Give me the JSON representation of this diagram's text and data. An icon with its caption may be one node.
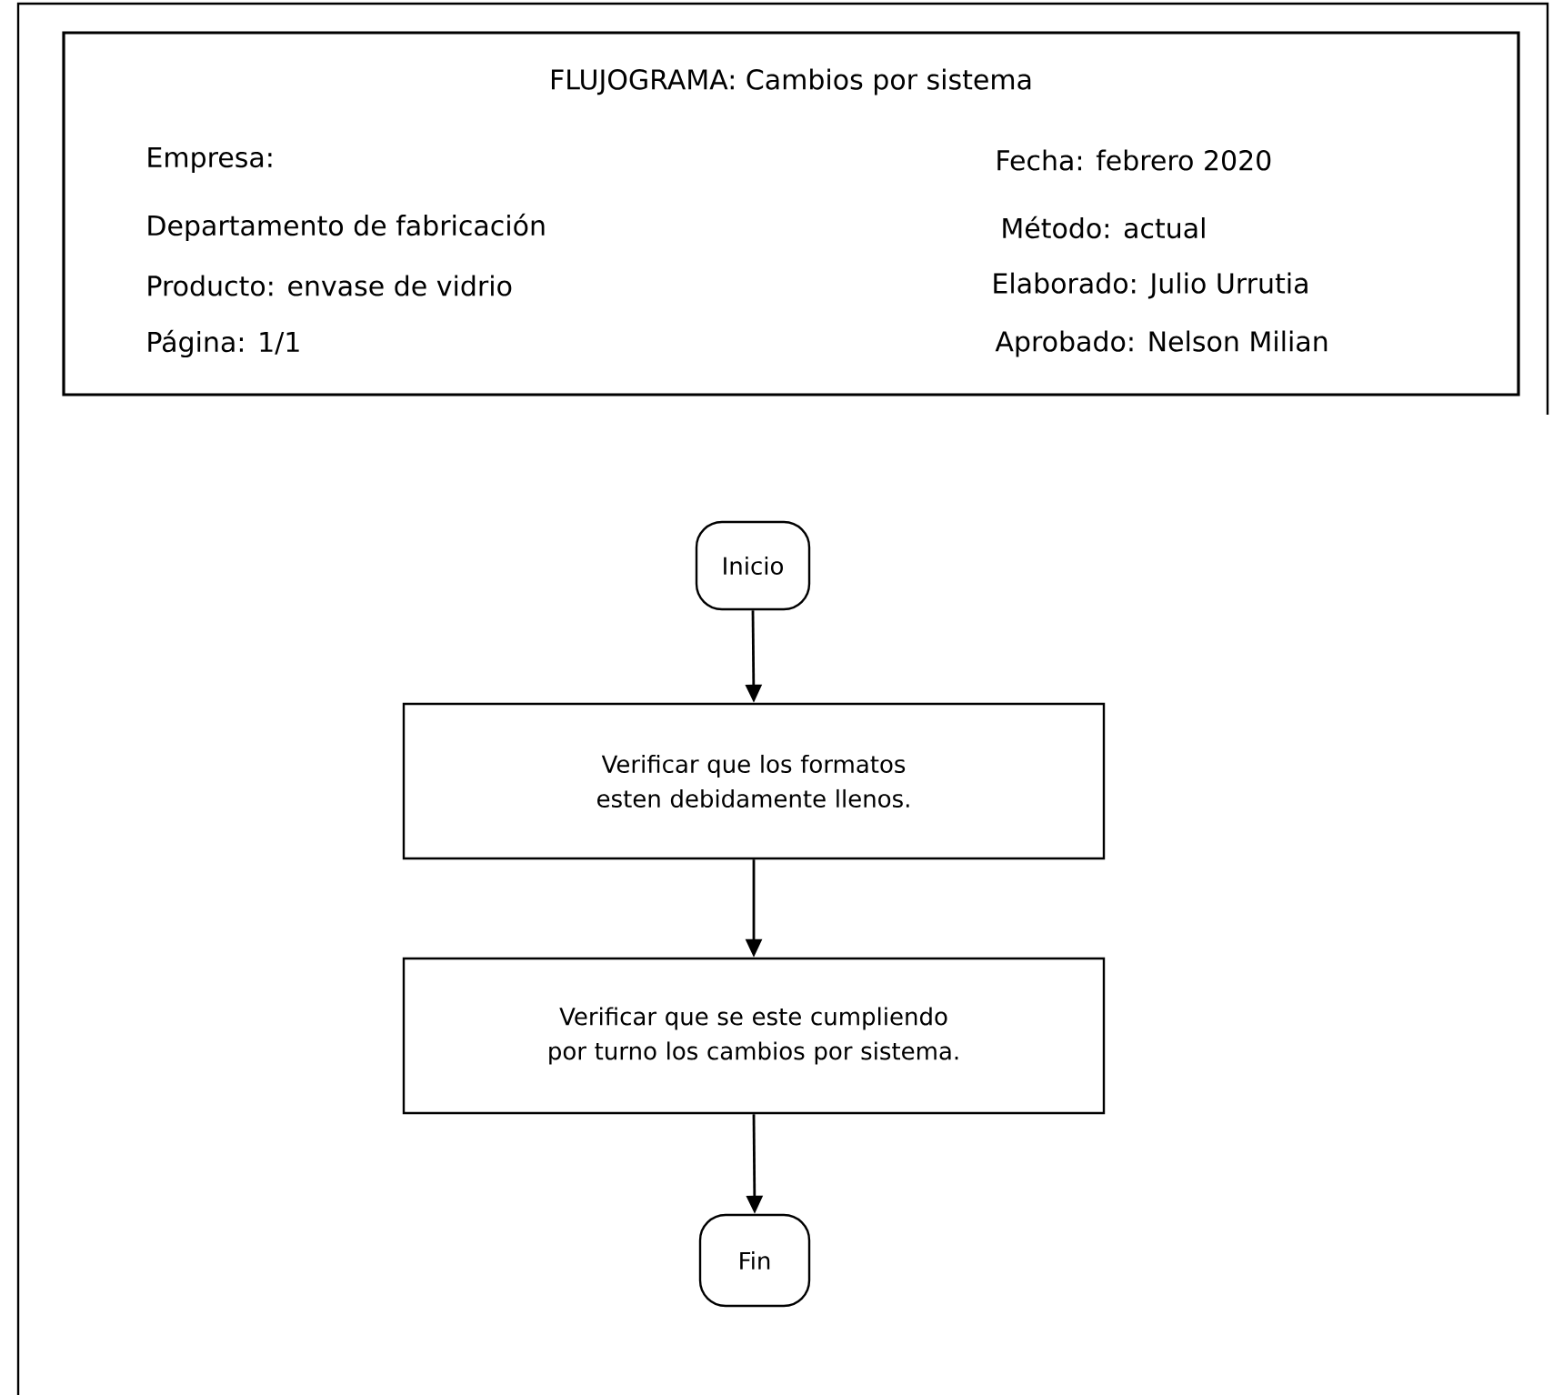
{
  "diagram": {
    "nodes": [
      {
        "text": [
          "FLUJOGRAMA: Cambios por sistema",
          "Empresa:",
          "Departamento de fabricación",
          "Producto: envase de vidrio",
          "Página: 1/1",
          "Fecha: febrero 2020",
          "Método: actual",
          "Elaborado: Julio Urrutia",
          "Aprobado: Nelson Milian"
        ]
      },
      {
        "text": [
          "Inicio"
        ]
      },
      {
        "text": [
          "Verificar que los formatos esten debidamente llenos."
        ]
      },
      {
        "text": [
          "Verificar que se este cumpliendo por turno los cambios por sistema."
        ]
      },
      {
        "text": [
          "Fin"
        ]
      }
    ],
    "edges": [
      {
        "from": 1,
        "to": 2,
        "arrow": "to"
      },
      {
        "from": 2,
        "to": 3,
        "arrow": "to"
      },
      {
        "from": 3,
        "to": 4,
        "arrow": "to"
      }
    ]
  }
}
